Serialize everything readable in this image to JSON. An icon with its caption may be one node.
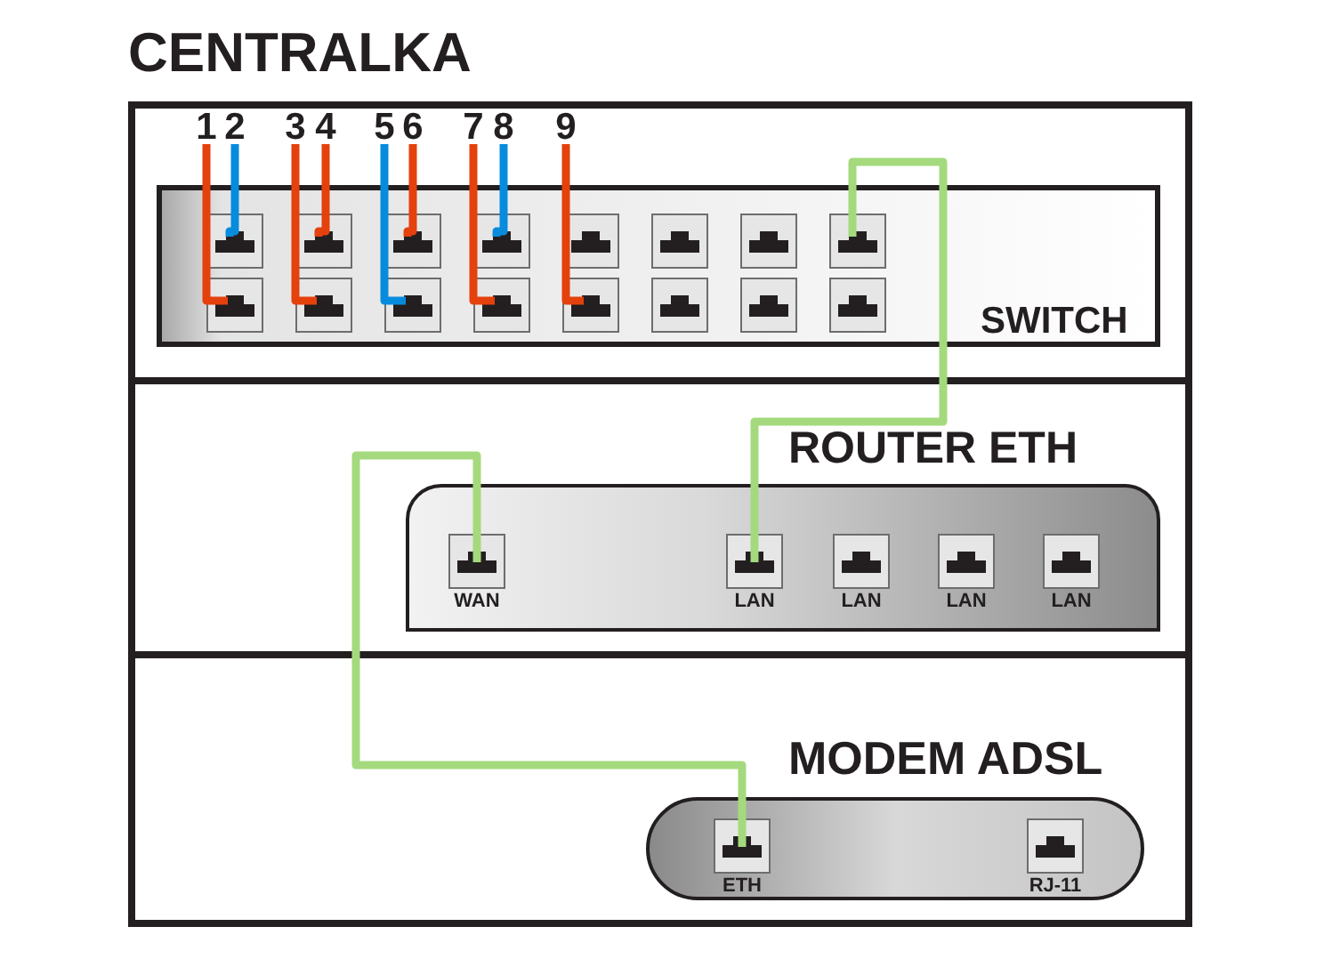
{
  "diagram": {
    "nodes": [
      {
        "text": [
          "CENTRALKA"
        ]
      },
      {
        "text": [
          "1"
        ],
        "in": 0
      },
      {
        "text": [
          "2"
        ],
        "in": 0
      },
      {
        "text": [
          "3"
        ],
        "in": 0
      },
      {
        "text": [
          "4"
        ],
        "in": 0
      },
      {
        "text": [
          "5"
        ],
        "in": 0
      },
      {
        "text": [
          "6"
        ],
        "in": 0
      },
      {
        "text": [
          "7"
        ],
        "in": 0
      },
      {
        "text": [
          "8"
        ],
        "in": 0
      },
      {
        "text": [
          "9"
        ],
        "in": 0
      },
      {
        "text": [
          "SWITCH"
        ],
        "in": 0
      },
      {
        "text": [],
        "shape": "box",
        "in": 10
      },
      {
        "text": [],
        "shape": "box",
        "in": 10
      },
      {
        "text": [],
        "shape": "box",
        "in": 10
      },
      {
        "text": [],
        "shape": "box",
        "in": 10
      },
      {
        "text": [],
        "shape": "box",
        "in": 10
      },
      {
        "text": [],
        "shape": "box",
        "in": 10
      },
      {
        "text": [],
        "shape": "box",
        "in": 10
      },
      {
        "text": [],
        "shape": "box",
        "in": 10
      },
      {
        "text": [],
        "shape": "box",
        "in": 10
      },
      {
        "text": [],
        "shape": "box",
        "in": 10
      },
      {
        "text": [],
        "shape": "box",
        "in": 10
      },
      {
        "text": [],
        "shape": "box",
        "in": 10
      },
      {
        "text": [],
        "shape": "box",
        "in": 10
      },
      {
        "text": [],
        "shape": "box",
        "in": 10
      },
      {
        "text": [],
        "shape": "box",
        "in": 10
      },
      {
        "text": [],
        "shape": "box",
        "in": 10
      },
      {
        "text": [
          "ROUTER ETH"
        ],
        "in": 0
      },
      {
        "text": [
          "WAN"
        ],
        "in": 27
      },
      {
        "text": [
          "LAN"
        ],
        "in": 27
      },
      {
        "text": [
          "LAN"
        ],
        "in": 27
      },
      {
        "text": [
          "LAN"
        ],
        "in": 27
      },
      {
        "text": [
          "LAN"
        ],
        "in": 27
      },
      {
        "text": [
          "MODEM ADSL"
        ],
        "in": 0
      },
      {
        "text": [
          "ETH"
        ],
        "in": 33
      },
      {
        "text": [
          "RJ-11"
        ],
        "in": 33
      }
    ],
    "edges": [
      {
        "from": 1,
        "to": 19,
        "arrow": "none"
      },
      {
        "from": 2,
        "to": 11,
        "arrow": "none",
        "color": "#078bdd"
      },
      {
        "from": 3,
        "to": 20,
        "arrow": "none"
      },
      {
        "from": 4,
        "to": 12,
        "arrow": "none"
      },
      {
        "from": 5,
        "to": 21,
        "arrow": "none",
        "color": "#078bdd"
      },
      {
        "from": 6,
        "to": 13,
        "arrow": "none"
      },
      {
        "from": 7,
        "to": 22,
        "arrow": "none"
      },
      {
        "from": 8,
        "to": 14,
        "arrow": "none",
        "color": "#078bdd"
      },
      {
        "from": 9,
        "to": 23,
        "arrow": "none"
      },
      {
        "from": 18,
        "to": 29,
        "arrow": "none",
        "color": "#a4da7d"
      },
      {
        "from": 28,
        "to": 34,
        "arrow": "none",
        "color": "#a4da7d"
      }
    ]
  }
}
